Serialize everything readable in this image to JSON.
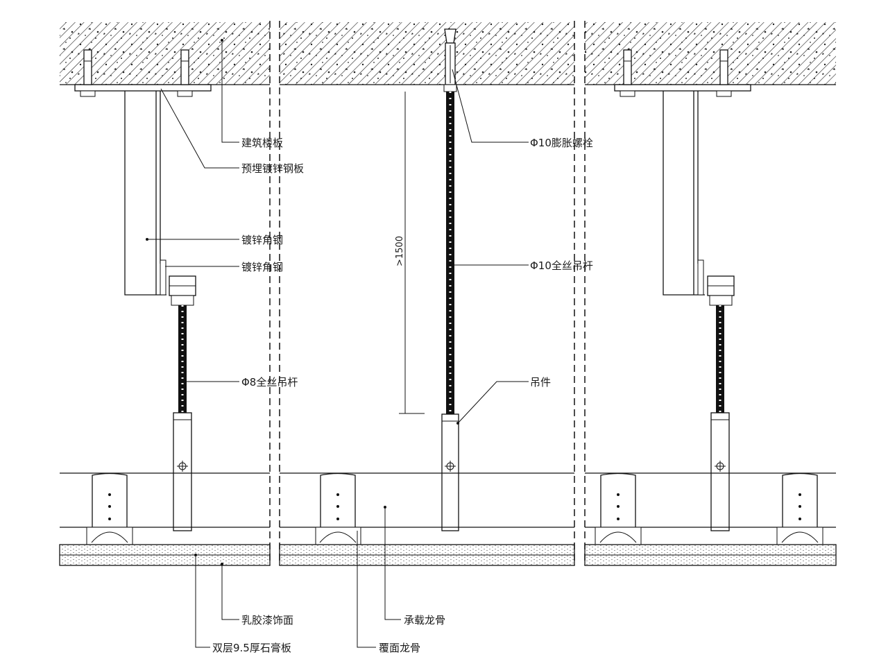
{
  "labels": {
    "slab": "建筑楼板",
    "embedded_plate": "预埋镀锌钢板",
    "angle_steel_1": "镀锌角钢",
    "angle_steel_2": "镀锌角钢",
    "expansion_bolt": "Φ10膨胀螺栓",
    "rod_10": "Φ10全丝吊杆",
    "rod_8": "Φ8全丝吊杆",
    "hanger": "吊件",
    "latex_finish": "乳胶漆饰面",
    "gypsum_board": "双层9.5厚石膏板",
    "main_keel": "承载龙骨",
    "cover_keel": "覆面龙骨"
  },
  "dimension": ">1500"
}
